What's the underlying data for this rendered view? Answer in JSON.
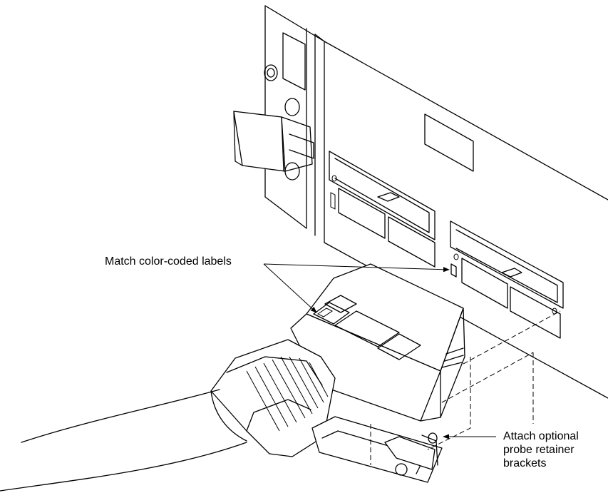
{
  "callouts": {
    "match_labels": "Match color-coded labels",
    "attach_brackets": [
      "Attach optional",
      "probe retainer",
      "brackets"
    ]
  }
}
